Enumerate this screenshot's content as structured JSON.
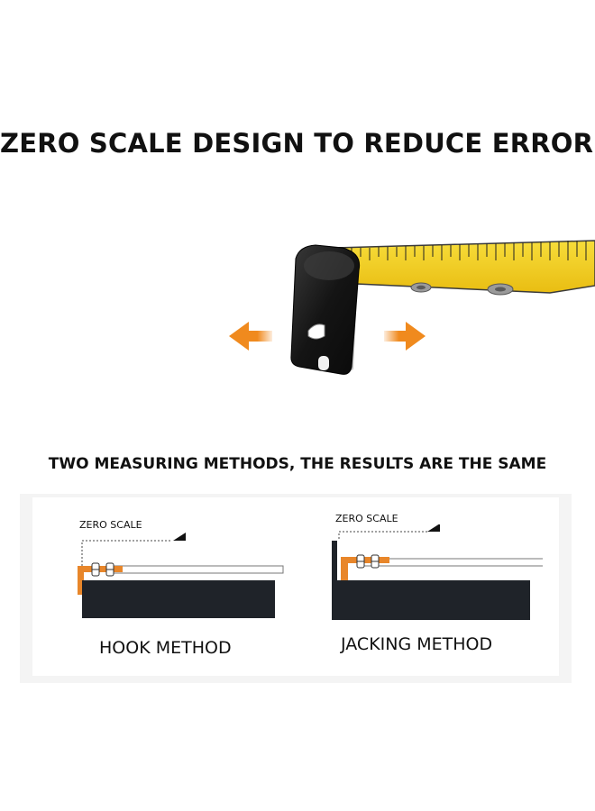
{
  "headline": "ZERO SCALE DESIGN TO REDUCE ERRORS",
  "subheading": "TWO MEASURING METHODS, THE RESULTS ARE THE SAME",
  "hero": {
    "icons": [
      "arrow-left-icon",
      "tape-hook-icon",
      "arrow-right-icon"
    ],
    "colors": {
      "tape": "#f5d01c",
      "arrow": "#f08a1e",
      "hook": "#1e1e1e"
    }
  },
  "methods": [
    {
      "zero_label": "ZERO SCALE",
      "name": "HOOK METHOD"
    },
    {
      "zero_label": "ZERO SCALE",
      "name": "JACKING METHOD"
    }
  ],
  "colors": {
    "block": "#1f2329",
    "hook_orange": "#e8862a"
  }
}
